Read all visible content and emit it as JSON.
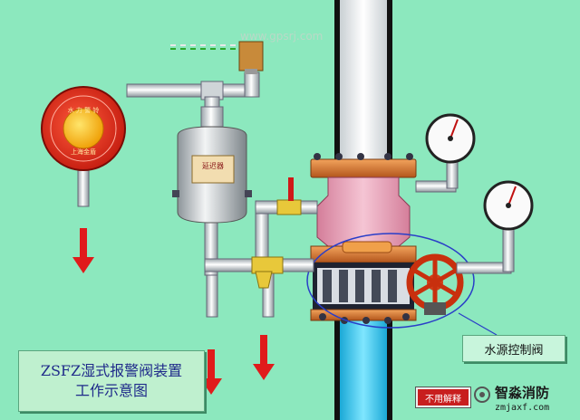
{
  "diagram": {
    "caption_line1": "ZSFZ湿式报警阀装置",
    "caption_line2": "工作示意图",
    "valve_label": "水源控制阀",
    "button_label": "不用解释",
    "watermark": "www.gpsrj.com",
    "brand_name": "智淼消防",
    "brand_domain": "zmjaxf.com",
    "bell_text_top": "水 力 警 铃",
    "bell_text_bottom": "上海金盾",
    "chamber_label": "延迟器"
  },
  "colors": {
    "background": "#8ce8be",
    "pipe": "#d7dde0",
    "flange": "#e0873a",
    "valve_body": "#e7a4b8",
    "arrow": "#e01b1b",
    "water": "#35c8e8",
    "caption_text": "#1f2a8a"
  }
}
